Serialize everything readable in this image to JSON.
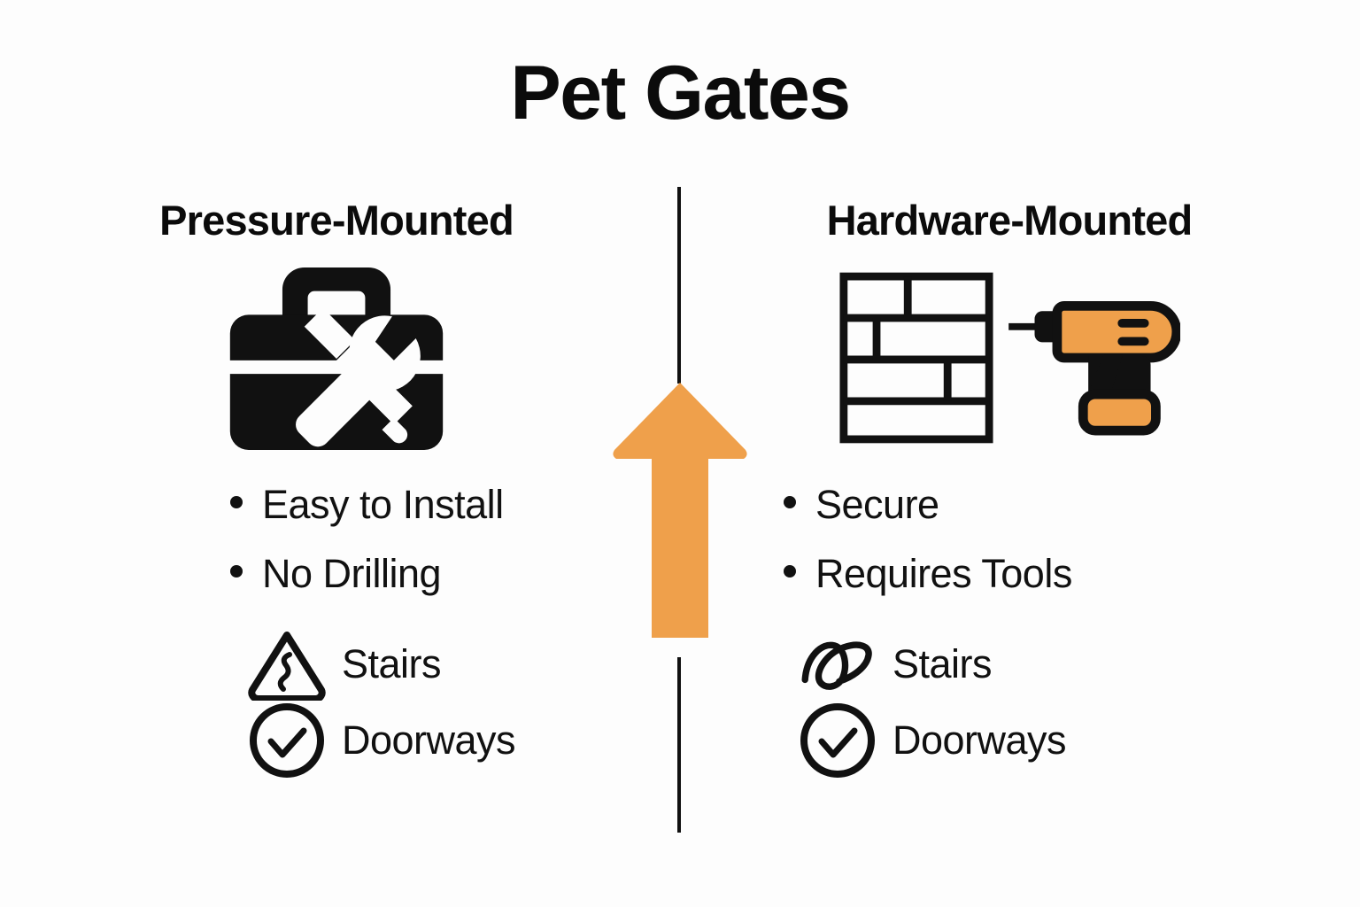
{
  "title": "Pet Gates",
  "colors": {
    "accent_orange": "#EFA04B",
    "ink": "#111111",
    "background": "#FDFDFD"
  },
  "divider": {
    "name": "vertical-divider",
    "arrow_icon": "up-arrow-icon",
    "arrow_color": "#EFA04B"
  },
  "columns": [
    {
      "id": "pressure-mounted",
      "heading": "Pressure-Mounted",
      "art": [
        {
          "icon": "toolbox-icon"
        }
      ],
      "bullets": [
        "Easy to Install",
        "No Drilling"
      ],
      "features": [
        {
          "icon": "warning-triangle-icon",
          "label": "Stairs"
        },
        {
          "icon": "check-circle-icon",
          "label": "Doorways"
        }
      ]
    },
    {
      "id": "hardware-mounted",
      "heading": "Hardware-Mounted",
      "art": [
        {
          "icon": "brick-wall-icon"
        },
        {
          "icon": "power-drill-icon"
        }
      ],
      "bullets": [
        "Secure",
        "Requires Tools"
      ],
      "features": [
        {
          "icon": "scribble-loop-icon",
          "label": "Stairs"
        },
        {
          "icon": "check-circle-icon",
          "label": "Doorways"
        }
      ]
    }
  ]
}
